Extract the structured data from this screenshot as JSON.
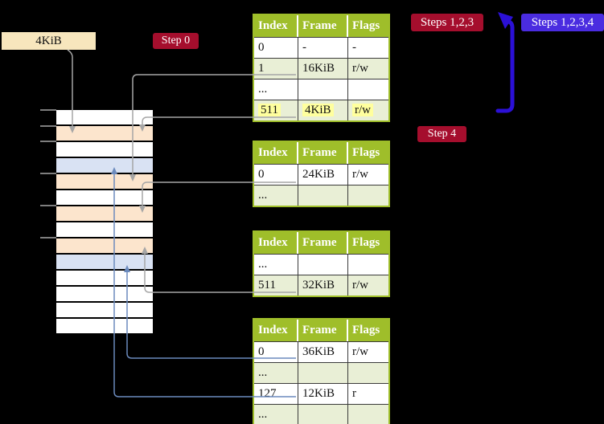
{
  "colors": {
    "canvas_bg": "#000000",
    "frame_label_bg": "#f7e6bd",
    "table_header_bg": "#9fbe2a",
    "table_row_shade": "#e9efd6",
    "highlight_yellow": "#ffff9e",
    "badge_red": "#a50e2d",
    "badge_blue": "#4a2ce0",
    "big_arrow_blue": "#2b10d6",
    "stack_peach": "#fce5cd",
    "stack_blue": "#d9e2f3",
    "connector_gray": "#a6a6a6",
    "connector_blue": "#6b8abd"
  },
  "frame_label": "4KiB",
  "badges": {
    "step0": "Step 0",
    "steps123": "Steps 1,2,3",
    "steps1234": "Steps 1,2,3,4",
    "step4": "Step 4"
  },
  "stack": {
    "rows": [
      "white",
      "peach",
      "white",
      "blue",
      "peach",
      "white",
      "peach",
      "white",
      "peach",
      "blue",
      "white",
      "white",
      "white",
      "white"
    ]
  },
  "tables": [
    {
      "headers": [
        "Index",
        "Frame",
        "Flags"
      ],
      "rows": [
        {
          "cells": [
            "0",
            "-",
            "-"
          ],
          "shade": false,
          "highlight": false
        },
        {
          "cells": [
            "1",
            "16KiB",
            "r/w"
          ],
          "shade": true,
          "highlight": false
        },
        {
          "cells": [
            "...",
            "",
            ""
          ],
          "shade": false,
          "highlight": false
        },
        {
          "cells": [
            "511",
            "4KiB",
            "r/w"
          ],
          "shade": true,
          "highlight": true
        }
      ]
    },
    {
      "headers": [
        "Index",
        "Frame",
        "Flags"
      ],
      "rows": [
        {
          "cells": [
            "0",
            "24KiB",
            "r/w"
          ],
          "shade": false,
          "highlight": false
        },
        {
          "cells": [
            "...",
            "",
            ""
          ],
          "shade": true,
          "highlight": false
        }
      ]
    },
    {
      "headers": [
        "Index",
        "Frame",
        "Flags"
      ],
      "rows": [
        {
          "cells": [
            "...",
            "",
            ""
          ],
          "shade": false,
          "highlight": false
        },
        {
          "cells": [
            "511",
            "32KiB",
            "r/w"
          ],
          "shade": true,
          "highlight": false
        }
      ]
    },
    {
      "headers": [
        "Index",
        "Frame",
        "Flags"
      ],
      "rows": [
        {
          "cells": [
            "0",
            "36KiB",
            "r/w"
          ],
          "shade": false,
          "highlight": false
        },
        {
          "cells": [
            "...",
            "",
            ""
          ],
          "shade": true,
          "highlight": false
        },
        {
          "cells": [
            "127",
            "12KiB",
            "r"
          ],
          "shade": false,
          "highlight": false
        },
        {
          "cells": [
            "...",
            "",
            ""
          ],
          "shade": true,
          "highlight": false
        }
      ]
    }
  ]
}
